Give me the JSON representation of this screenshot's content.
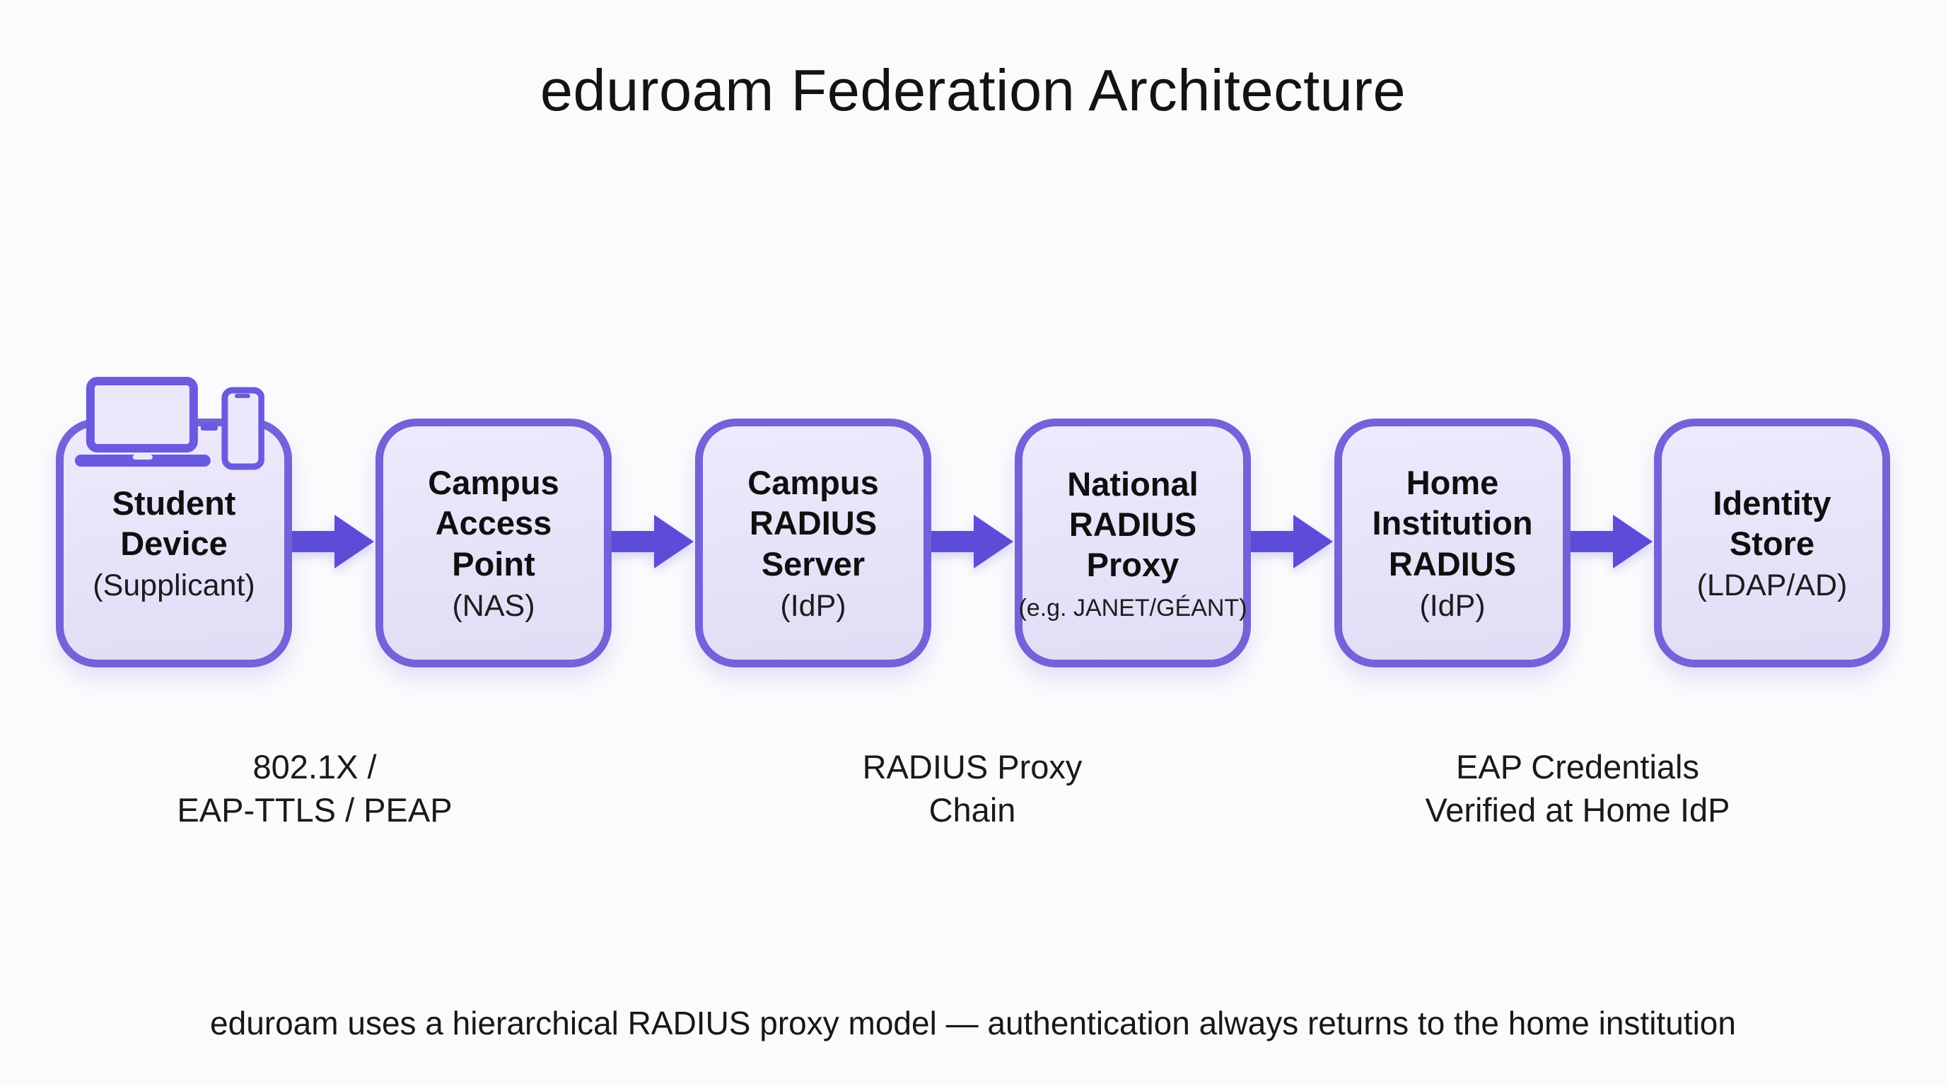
{
  "title": "eduroam Federation Architecture",
  "flow": {
    "nodes": [
      {
        "id": "student-device",
        "title": "Student Device",
        "subtitle": "(Supplicant)"
      },
      {
        "id": "campus-access-point",
        "title": "Campus Access Point",
        "subtitle": "(NAS)"
      },
      {
        "id": "campus-radius-server",
        "title": "Campus RADIUS Server",
        "subtitle": "(IdP)"
      },
      {
        "id": "national-radius-proxy",
        "title": "National RADIUS Proxy",
        "subtitle": "(e.g. JANET/GÉANT)"
      },
      {
        "id": "home-institution-radius",
        "title": "Home Institution RADIUS",
        "subtitle": "(IdP)"
      },
      {
        "id": "identity-store",
        "title": "Identity Store",
        "subtitle": "(LDAP/AD)"
      }
    ],
    "icons": [
      "laptop-icon",
      "smartphone-icon"
    ]
  },
  "annotations": [
    {
      "line1": "802.1X /",
      "line2": "EAP-TTLS / PEAP"
    },
    {
      "line1": "RADIUS Proxy",
      "line2": "Chain"
    },
    {
      "line1": "EAP Credentials",
      "line2": "Verified at Home IdP"
    }
  ],
  "caption": "eduroam uses a hierarchical RADIUS proxy model — authentication always returns to the home institution",
  "colors": {
    "accent_icon": "#6a5ae0",
    "box_border": "#7263d8",
    "box_fill": "#e7e2f8",
    "arrow": "#5d4cd8",
    "background": "#fbfafc",
    "text": "#141414"
  }
}
